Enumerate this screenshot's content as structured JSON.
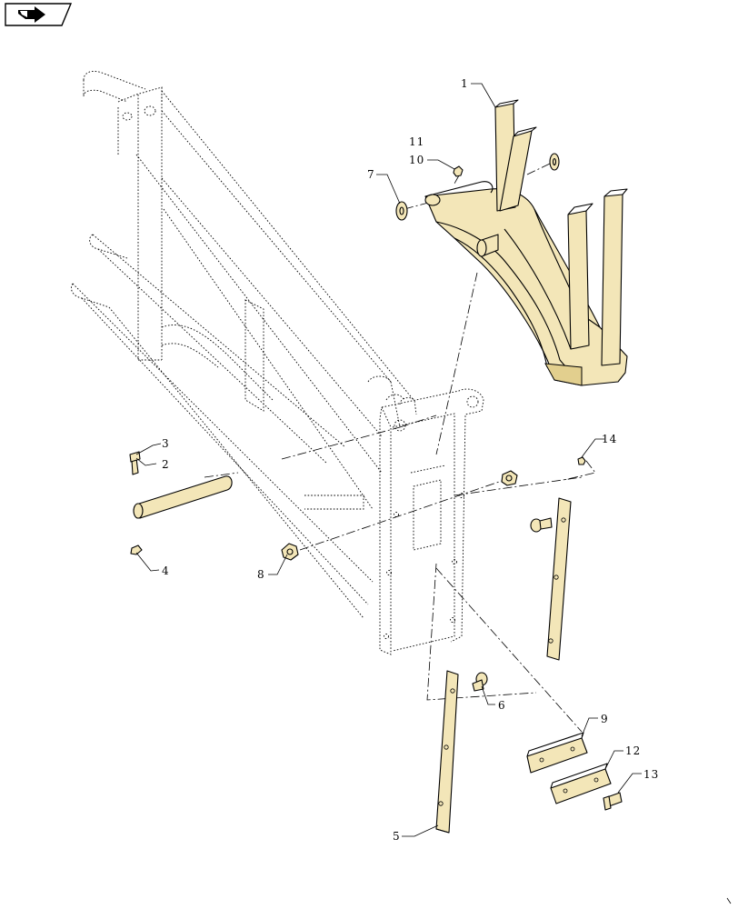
{
  "diagram": {
    "nav_icon": "page-forward-arrow-icon",
    "callouts": [
      {
        "id": "c1",
        "label": "1"
      },
      {
        "id": "c2",
        "label": "2"
      },
      {
        "id": "c3",
        "label": "3"
      },
      {
        "id": "c4",
        "label": "4"
      },
      {
        "id": "c5",
        "label": "5"
      },
      {
        "id": "c6",
        "label": "6"
      },
      {
        "id": "c7",
        "label": "7"
      },
      {
        "id": "c8",
        "label": "8"
      },
      {
        "id": "c9",
        "label": "9"
      },
      {
        "id": "c10",
        "label": "10"
      },
      {
        "id": "c11",
        "label": "11"
      },
      {
        "id": "c12",
        "label": "12"
      },
      {
        "id": "c13",
        "label": "13"
      },
      {
        "id": "c14",
        "label": "14"
      }
    ]
  }
}
